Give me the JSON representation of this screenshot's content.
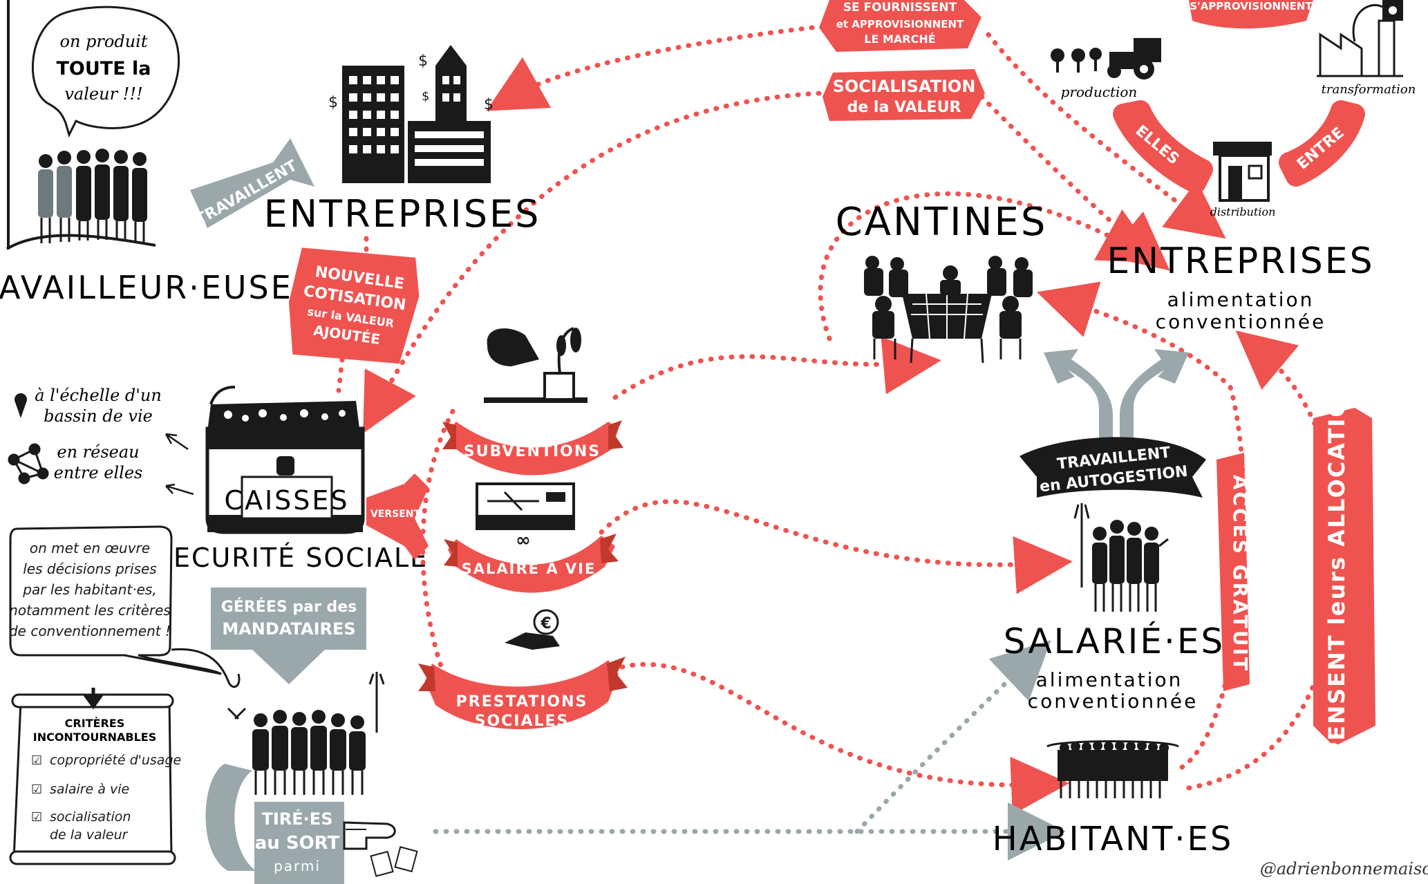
{
  "colors": {
    "red": "#ef5350",
    "grey": "#9aa8ab",
    "ink": "#1a1a1a",
    "paper": "#ffffff"
  },
  "nodes": {
    "travailleurs": "TRAVAILLEUR·EUSES",
    "entreprises": "ENTREPRISES",
    "cantines": "CANTINES",
    "entreprises_conv_title": "ENTREPRISES",
    "entreprises_conv_sub1": "alimentation",
    "entreprises_conv_sub2": "conventionnée",
    "caisses": "CAISSES",
    "securite": "SECURITÉ SOCIALE",
    "salaries_title": "SALARIÉ·ES",
    "salaries_sub1": "alimentation",
    "salaries_sub2": "conventionnée",
    "habitants": "HABITANT·ES",
    "production": "production",
    "transformation": "transformation",
    "distribution": "distribution"
  },
  "bubble": {
    "line1": "on produit",
    "line2": "TOUTE la",
    "line3": "valeur !!!"
  },
  "side_notes": {
    "echelle1": "à l'échelle d'un",
    "echelle2": "bassin de vie",
    "reseau1": "en réseau",
    "reseau2": "entre elles"
  },
  "note_box": {
    "lines": [
      "on met en œuvre",
      "les décisions prises",
      "par les habitant·es,",
      "notamment les critères",
      "de conventionnement !"
    ]
  },
  "scroll": {
    "title1": "CRITÈRES",
    "title2": "INCONTOURNABLES",
    "items": [
      "copropriété d'usage",
      "salaire à vie",
      "socialisation",
      "de la valeur"
    ]
  },
  "labels": {
    "travaillent": "TRAVAILLENT",
    "fournissent1": "SE FOURNISSENT",
    "fournissent2": "et APPROVISIONNENT",
    "fournissent3": "LE MARCHÉ",
    "socialisation1": "SOCIALISATION",
    "socialisation2": "de la VALEUR",
    "approvisionnement": "S'APPROVISIONNENT",
    "elles": "ELLES",
    "entre": "ENTRE",
    "cotisation1": "NOUVELLE",
    "cotisation2": "COTISATION",
    "cotisation3": "sur la VALEUR",
    "cotisation4": "AJOUTÉE",
    "versent": "VERSENT",
    "subventions": "SUBVENTIONS",
    "salaire": "SALAIRE À VIE",
    "prestations1": "PRESTATIONS",
    "prestations2": "SOCIALES",
    "gerees1": "GÉRÉES par des",
    "gerees2": "MANDATAIRES",
    "tires1": "TIRÉ·ES",
    "tires2": "au SORT",
    "tires3": "parmi",
    "autogestion1": "TRAVAILLENT",
    "autogestion2": "en AUTOGESTION",
    "acces": "ACCÈS GRATUIT",
    "depensent": "DÉPENSENT leurs ALLOCATIONS"
  },
  "signature": "@adrienbonnemaison"
}
